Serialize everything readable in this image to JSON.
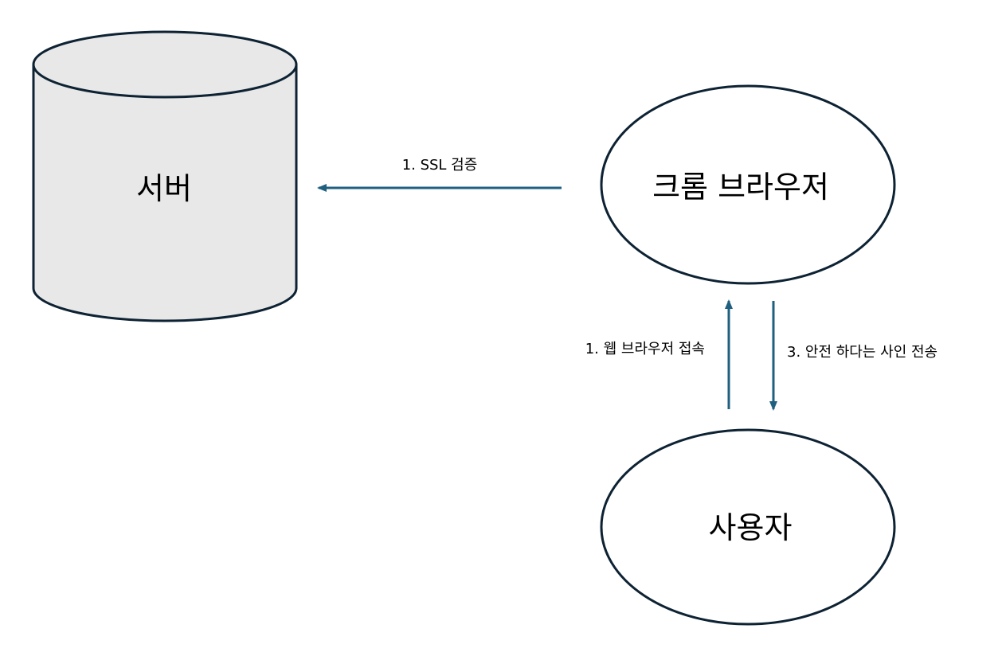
{
  "colors": {
    "outline": "#0d2233",
    "cylinder_fill": "#e8e8e8",
    "ellipse_fill": "#ffffff",
    "arrow": "#1f5f7f",
    "text": "#000000"
  },
  "nodes": {
    "server": {
      "label": "서버"
    },
    "browser": {
      "label": "크롬 브라우저"
    },
    "user": {
      "label": "사용자"
    }
  },
  "edges": {
    "ssl_verify": {
      "label": "1. SSL 검증"
    },
    "web_access": {
      "label": "1. 웹 브라우저 접속"
    },
    "safe_signal": {
      "label": "3. 안전 하다는 사인 전송"
    }
  }
}
